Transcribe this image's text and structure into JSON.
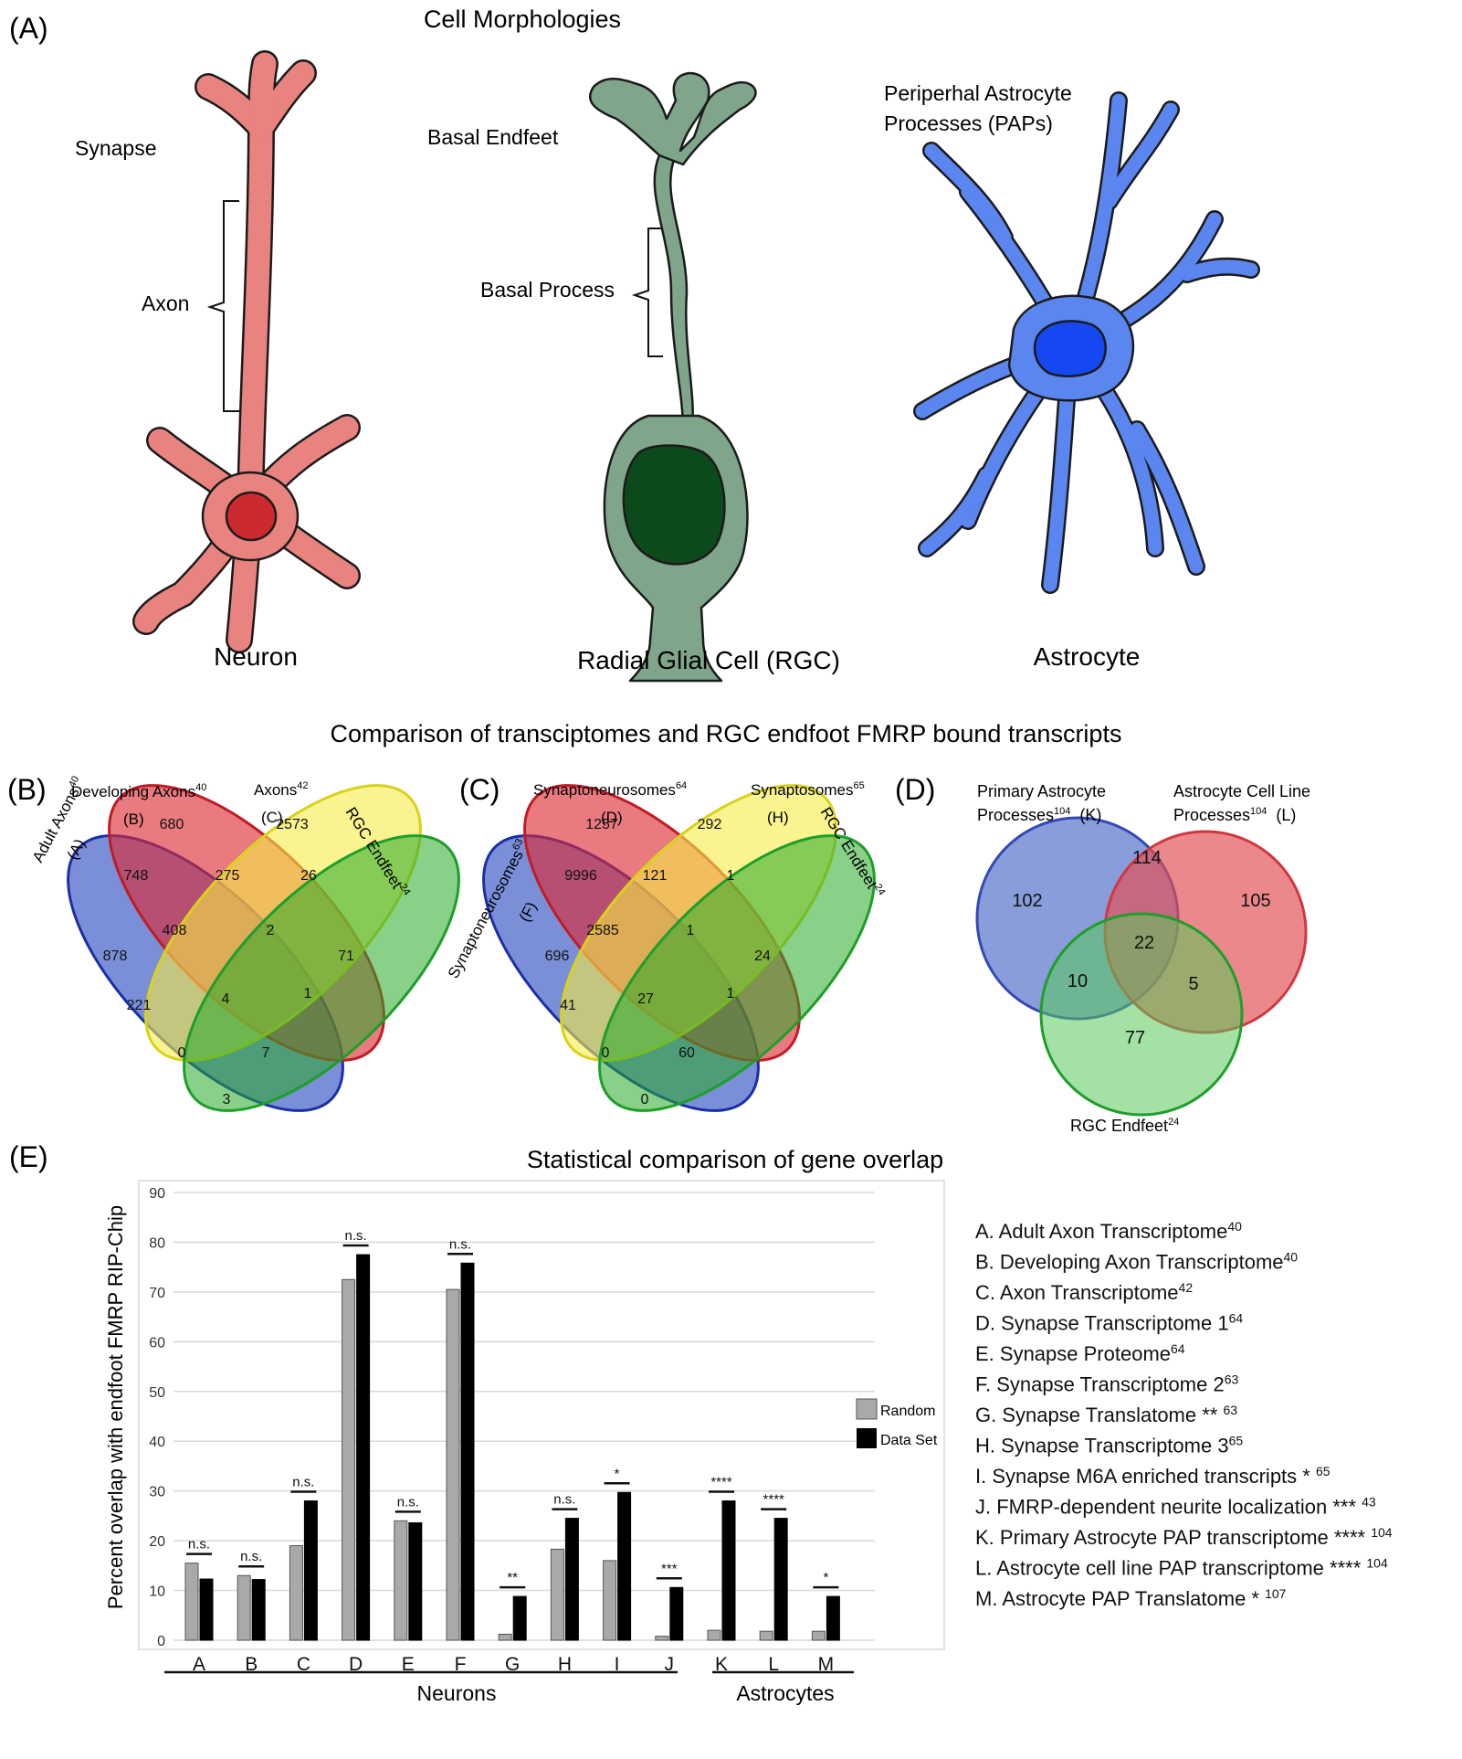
{
  "panelA": {
    "panel_label": "(A)",
    "title": "Cell Morphologies",
    "neuron": {
      "name": "Neuron",
      "synapse": "Synapse",
      "axon": "Axon"
    },
    "rgc": {
      "name": "Radial Glial Cell (RGC)",
      "basal_endfeet": "Basal Endfeet",
      "basal_process": "Basal Process"
    },
    "astrocyte": {
      "name": "Astrocyte",
      "paps_line1": "Periperhal Astrocyte",
      "paps_line2": "Processes (PAPs)"
    },
    "colors": {
      "neuron": "#e9837f",
      "neuron_nucleus": "#cc2a2e",
      "rgc": "#7fa58b",
      "rgc_nucleus": "#0c4a1c",
      "astrocyte": "#5b86ef",
      "astrocyte_nucleus": "#1548f2"
    }
  },
  "comparison_title": "Comparison of transciptomes and RGC endfoot FMRP bound transcripts",
  "panelB": {
    "panel_label": "(B)",
    "set_a_line1": "Adult Axons",
    "set_a_sup": "40",
    "set_a_line2": "(A)",
    "set_b_line1": "Developing Axons",
    "set_b_sup": "40",
    "set_b_line2": "(B)",
    "set_c_line1": "Axons",
    "set_c_sup": "42",
    "set_c_line2": "(C)",
    "set_d_line1": "RGC Endfeet",
    "set_d_sup": "24",
    "regions": {
      "a": "878",
      "b": "680",
      "c": "2573",
      "d": "71",
      "ab": "748",
      "bc": "275",
      "cd": "26",
      "abc": "408",
      "bcd": "2",
      "ac": "221",
      "abcd": "4",
      "bd": "1",
      "acd": "0",
      "abd": "7",
      "ad": "3"
    }
  },
  "panelC": {
    "panel_label": "(C)",
    "set_a_line1": "Synaptoneurosomes",
    "set_a_sup": "63",
    "set_a_line2": "(F)",
    "set_b_line1": "Synaptoneurosomes",
    "set_b_sup": "64",
    "set_b_line2": "(D)",
    "set_c_line1": "Synaptosomes",
    "set_c_sup": "65",
    "set_c_line2": "(H)",
    "set_d_line1": "RGC Endfeet",
    "set_d_sup": "24",
    "regions": {
      "a": "696",
      "b": "1257",
      "c": "292",
      "d": "24",
      "ab": "9996",
      "bc": "121",
      "cd": "1",
      "abc": "2585",
      "bcd": "1",
      "ac": "41",
      "abcd": "27",
      "bd": "1",
      "acd": "0",
      "abd": "60",
      "ad": "0"
    }
  },
  "panelD": {
    "panel_label": "(D)",
    "set_k_line1": "Primary Astrocyte",
    "set_k_line2": "Processes",
    "set_k_sup": "104",
    "set_k_tag": "(K)",
    "set_l_line1": "Astrocyte Cell Line",
    "set_l_line2": "Processes",
    "set_l_sup": "104",
    "set_l_tag": "(L)",
    "set_r_line1": "RGC Endfeet",
    "set_r_sup": "24",
    "regions": {
      "k": "102",
      "l": "105",
      "r": "77",
      "kl": "114",
      "klr": "22",
      "kr": "10",
      "lr": "5"
    }
  },
  "panelE": {
    "panel_label": "(E)",
    "title": "Statistical comparison of gene overlap",
    "group_neurons": "Neurons",
    "group_astrocytes": "Astrocytes",
    "legend_entries": [
      "A. Adult Axon Transcriptome|40",
      "B. Developing Axon Transcriptome|40",
      "C. Axon Transcriptome|42",
      "D. Synapse Transcriptome 1|64",
      "E. Synapse Proteome|64",
      "F. Synapse Transcriptome 2|63",
      "G. Synapse Translatome ** |63",
      "H. Synapse Transcriptome 3|65",
      "I. Synapse M6A enriched transcripts * |65",
      "J. FMRP-dependent neurite localization *** |43",
      "K. Primary Astrocyte PAP transcriptome **** |104",
      "L. Astrocyte cell line PAP transcriptome **** |104",
      "M. Astrocyte PAP Translatome * |107"
    ]
  },
  "chart_data": {
    "type": "bar",
    "title": "Statistical comparison of gene overlap",
    "ylabel": "Percent overlap with endfoot FMRP RIP-Chip",
    "xlabel": "",
    "ylim": [
      0,
      90
    ],
    "yticks": [
      0,
      10,
      20,
      30,
      40,
      50,
      60,
      70,
      80,
      90
    ],
    "grid": true,
    "legend_position": "right",
    "categories": [
      "A",
      "B",
      "C",
      "D",
      "E",
      "F",
      "G",
      "H",
      "I",
      "J",
      "K",
      "L",
      "M"
    ],
    "series": [
      {
        "name": "Random",
        "color": "#a9a9a9",
        "values": [
          15.5,
          13,
          19,
          72.5,
          24,
          70.5,
          1.2,
          18.3,
          16,
          0.8,
          2,
          1.8,
          1.8
        ]
      },
      {
        "name": "Data Set",
        "color": "#000000",
        "values": [
          12.3,
          12.2,
          28,
          77.5,
          23.6,
          75.8,
          8.8,
          24.5,
          29.7,
          10.6,
          28,
          24.5,
          8.8
        ]
      }
    ],
    "significance": [
      "n.s.",
      "n.s.",
      "n.s.",
      "n.s.",
      "n.s.",
      "n.s.",
      "**",
      "n.s.",
      "*",
      "***",
      "****",
      "****",
      "*"
    ]
  }
}
